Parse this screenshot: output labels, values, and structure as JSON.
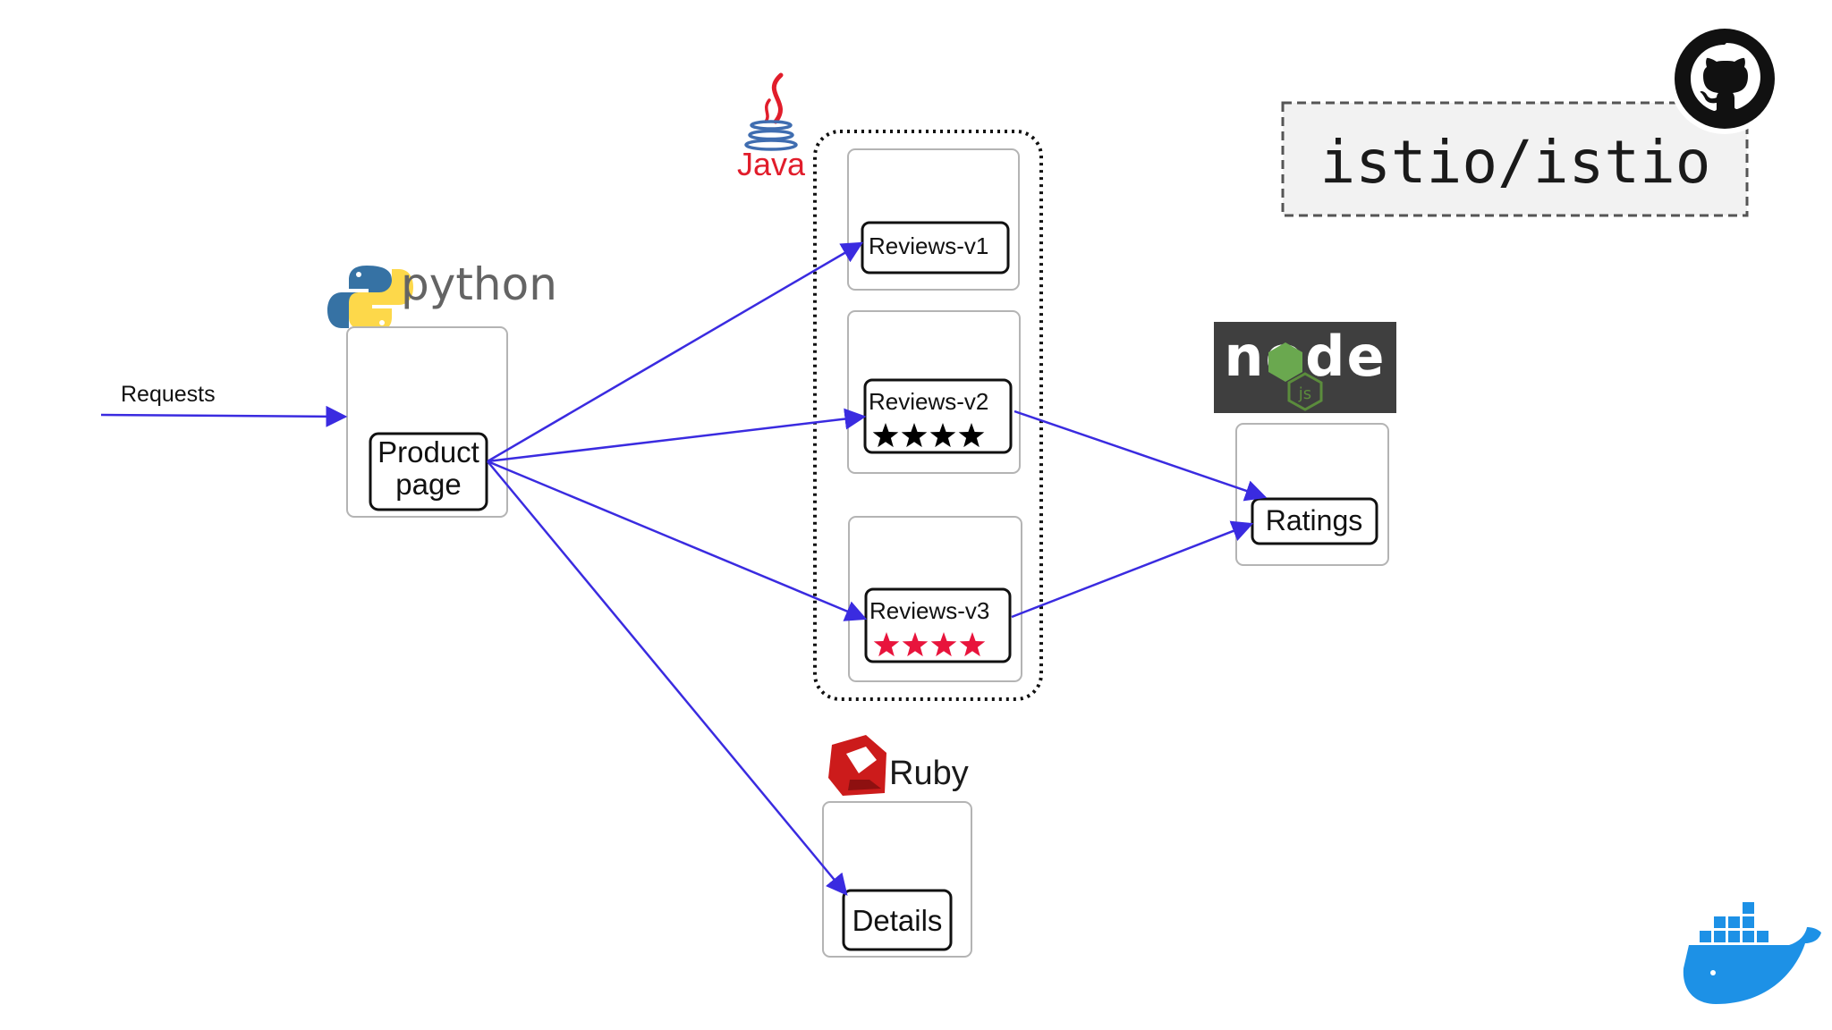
{
  "requests_label": "Requests",
  "productpage": {
    "line1": "Product",
    "line2": "page",
    "lang": "python"
  },
  "reviews": [
    {
      "label": "Reviews-v1",
      "stars": 0,
      "star_color": ""
    },
    {
      "label": "Reviews-v2",
      "stars": 4,
      "star_color": "#000000"
    },
    {
      "label": "Reviews-v3",
      "stars": 4,
      "star_color": "#e8143c"
    }
  ],
  "java_label": "Java",
  "ratings_label": "Ratings",
  "node_label": "node",
  "node_js_label": "js",
  "details_label": "Details",
  "ruby_label": "Ruby",
  "repo_label": "istio/istio",
  "icons": {
    "github": "github-icon",
    "docker": "docker-icon",
    "python": "python-logo-icon",
    "java": "java-logo-icon",
    "ruby": "ruby-logo-icon",
    "node": "nodejs-logo-icon"
  },
  "colors": {
    "arrow": "#3a2be0",
    "java": "#e11d2b",
    "ruby": "#cc1b1b",
    "python_blue": "#3672a4",
    "python_yellow": "#fdd84a",
    "node_green": "#6aa84f",
    "docker": "#1d91e6",
    "star_red": "#e8143c"
  }
}
